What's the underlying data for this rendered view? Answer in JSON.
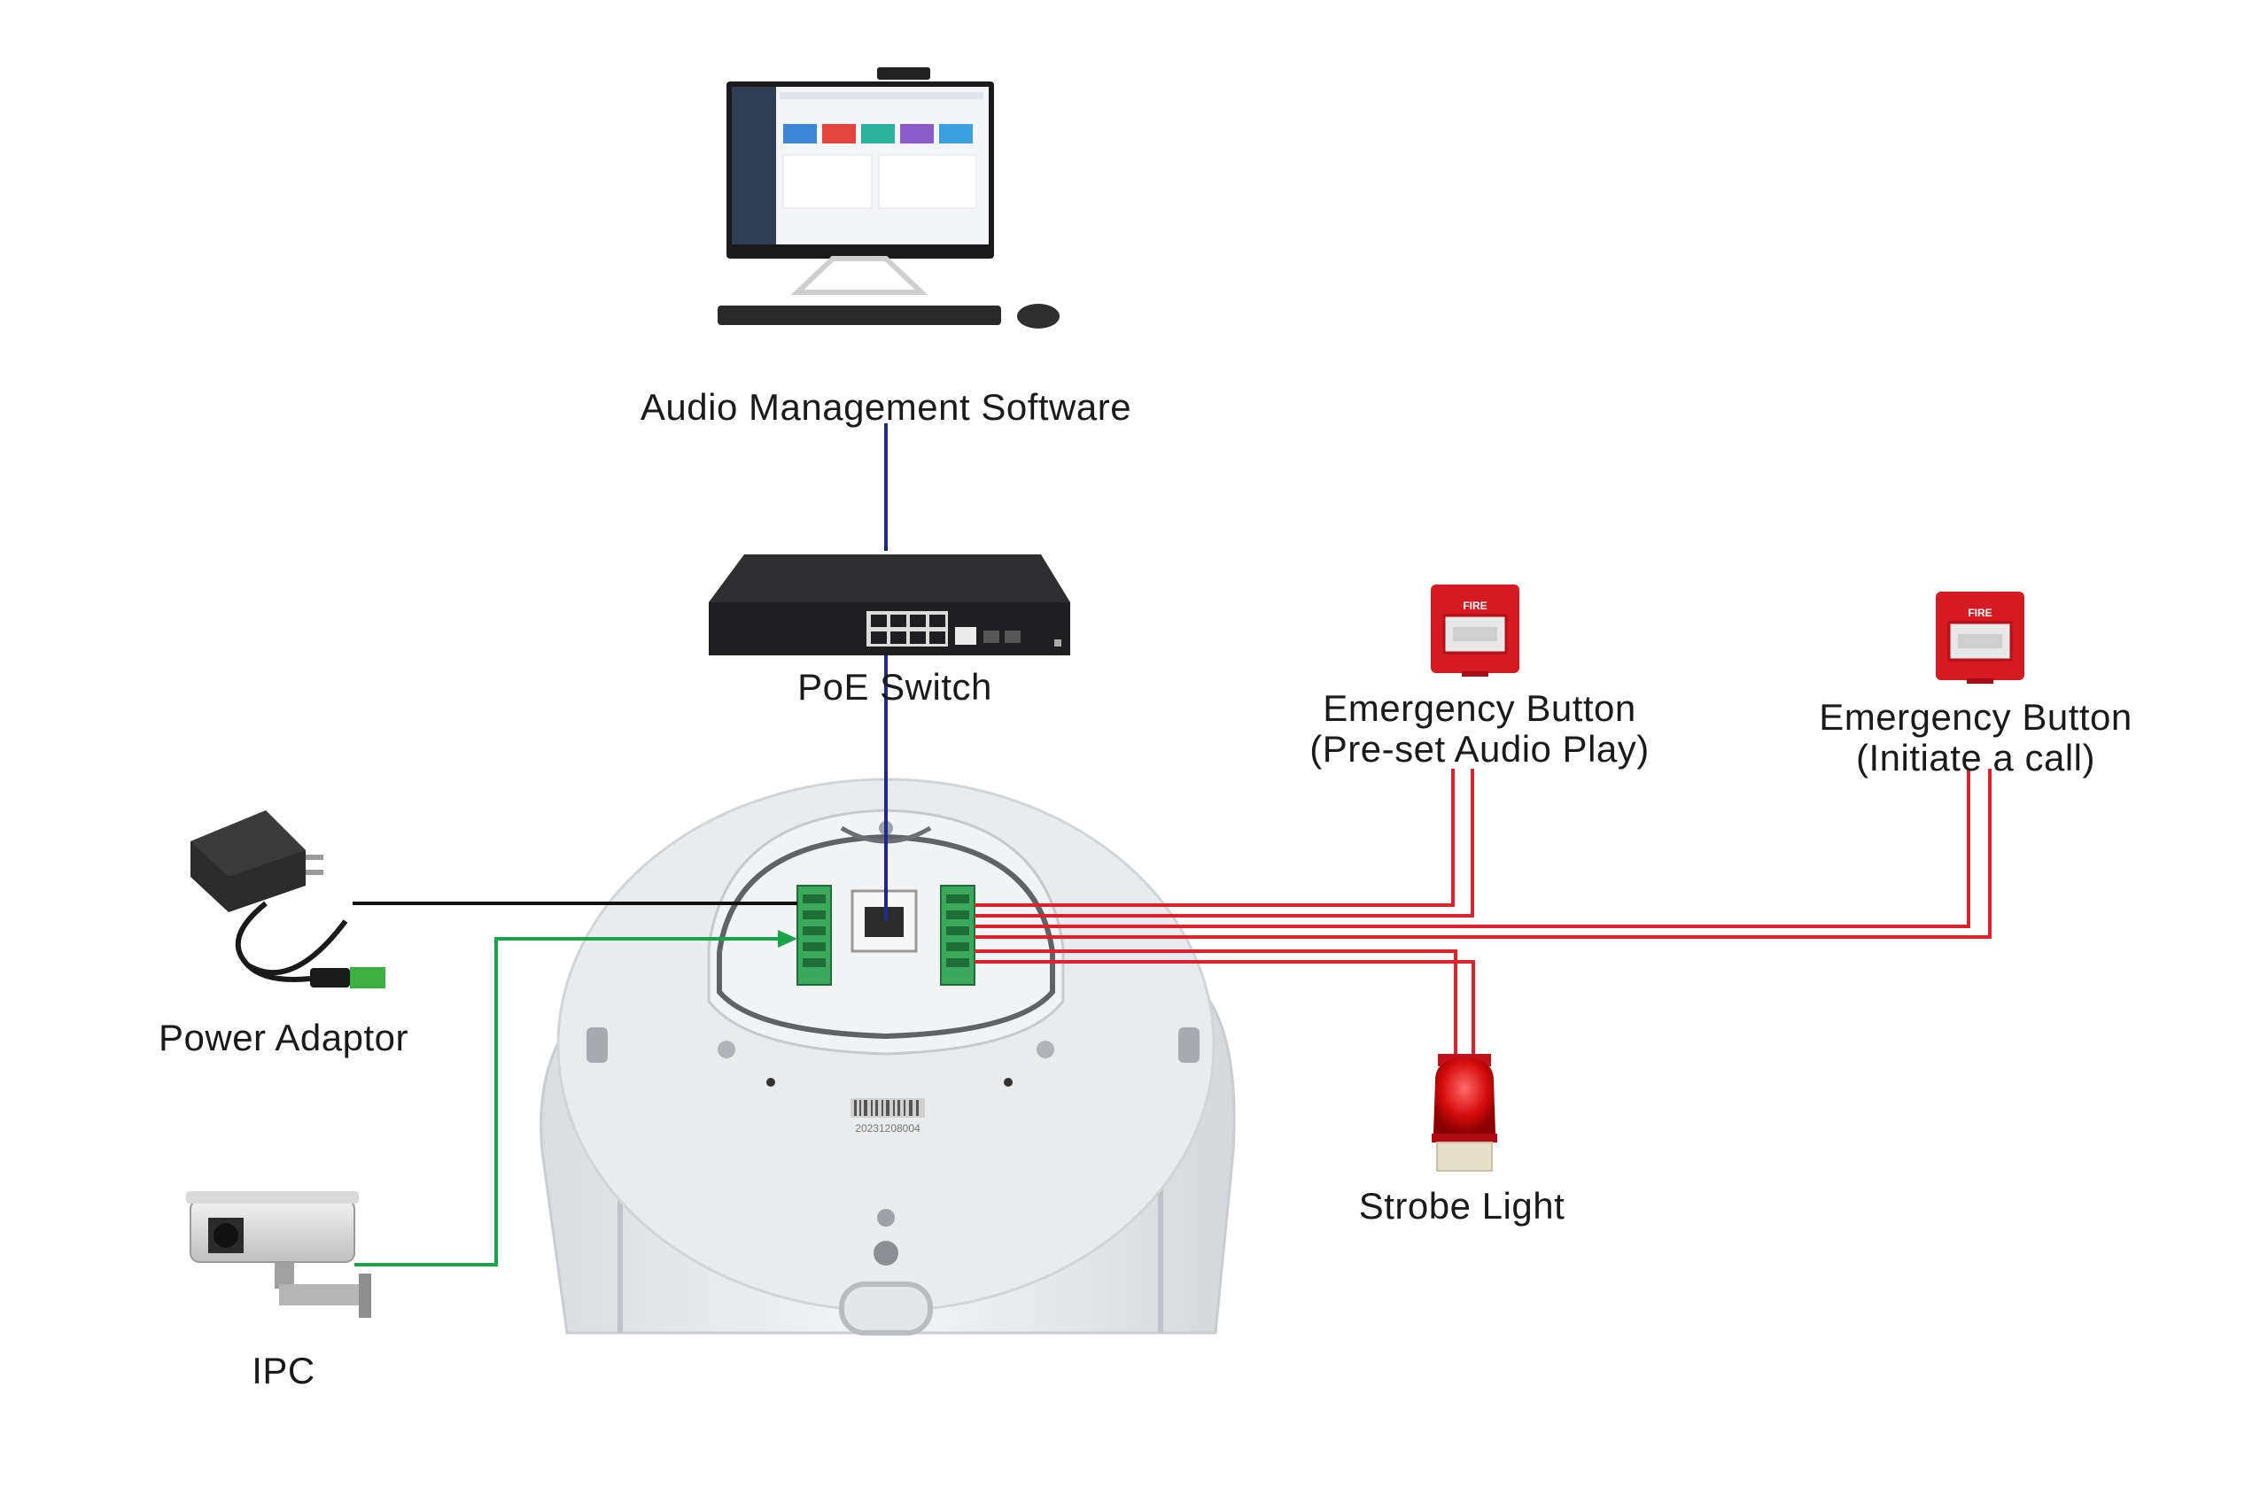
{
  "labels": {
    "audio_management_software": "Audio Management Software",
    "poe_switch": "PoE Switch",
    "emergency_button_preset_title": "Emergency Button",
    "emergency_button_preset_sub": "(Pre-set Audio Play)",
    "emergency_button_call_title": "Emergency Button",
    "emergency_button_call_sub": "(Initiate a call)",
    "power_adaptor": "Power Adaptor",
    "ipc": "IPC",
    "strobe_light": "Strobe Light"
  },
  "device_print": {
    "button_caption": "FIRE",
    "serial_number": "20231208004"
  },
  "colors": {
    "network_cable": "#1f2a8c",
    "power_cable": "#111111",
    "video_cable": "#1aa34a",
    "alarm_cable": "#e0202a"
  }
}
